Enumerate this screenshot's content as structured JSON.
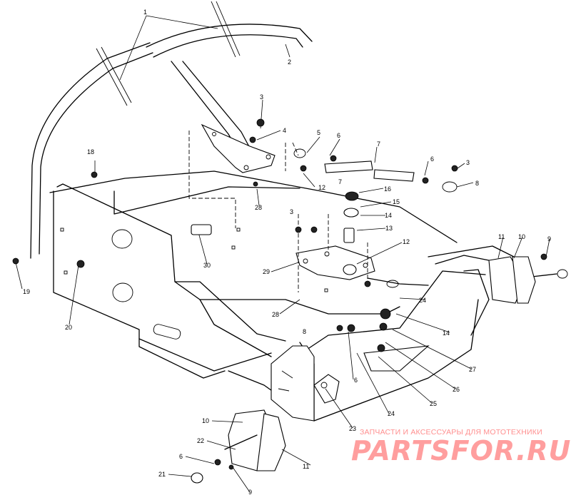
{
  "callouts": {
    "c1": "1",
    "c2": "2",
    "c3a": "3",
    "c3b": "3",
    "c3c": "3",
    "c4": "4",
    "c5": "5",
    "c6a": "6",
    "c6b": "6",
    "c6c": "6",
    "c6d": "6",
    "c7a": "7",
    "c7b": "7",
    "c8a": "8",
    "c8b": "8",
    "c9a": "9",
    "c9b": "9",
    "c10a": "10",
    "c10b": "10",
    "c11a": "11",
    "c11b": "11",
    "c12a": "12",
    "c12b": "12",
    "c13": "13",
    "c14a": "14",
    "c14b": "14",
    "c15": "15",
    "c16": "16",
    "c18": "18",
    "c19": "19",
    "c20": "20",
    "c21": "21",
    "c22": "22",
    "c23": "23",
    "c24a": "24",
    "c24b": "24",
    "c25": "25",
    "c26": "26",
    "c27": "27",
    "c28a": "28",
    "c28b": "28",
    "c29": "29",
    "c30": "30"
  },
  "watermark": {
    "subtitle": "ЗАПЧАСТИ И АКСЕССУАРЫ ДЛЯ МОТОТЕХНИКИ",
    "brand": "PARTSFOR.RU"
  },
  "colors": {
    "line": "#000000",
    "watermark": "#ff9e9e"
  }
}
